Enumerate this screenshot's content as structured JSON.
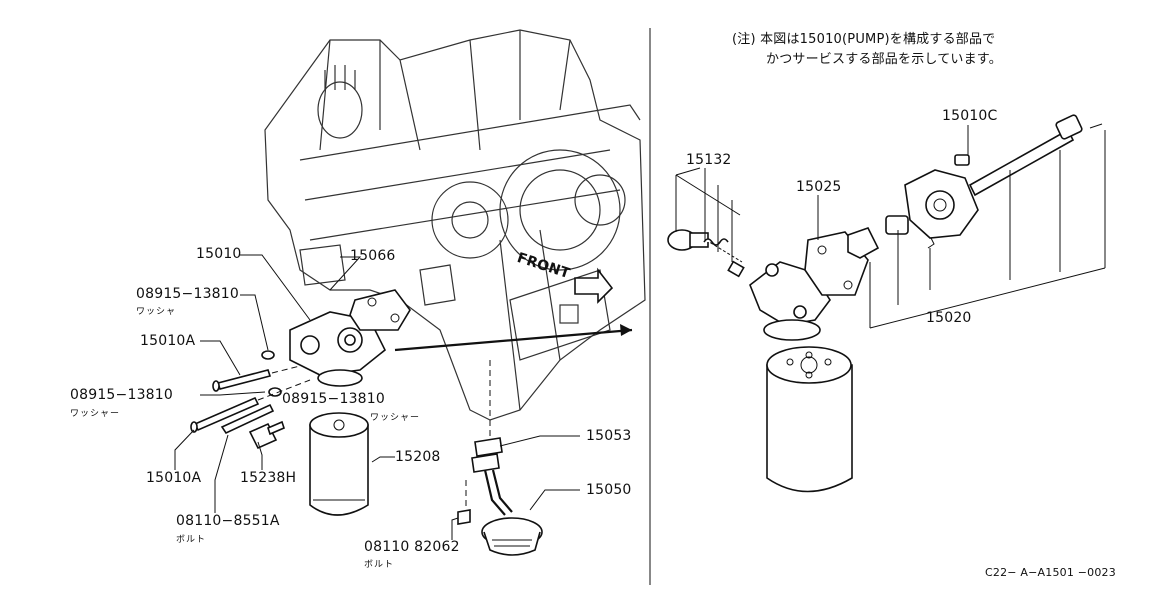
{
  "note": {
    "line1": "(注) 本図は15010(PUMP)を構成する部品で",
    "line2": "かつサービスする部品を示しています。"
  },
  "direction_label": "FRONT",
  "left_parts": {
    "p15010": "15010",
    "p15066": "15066",
    "p08915_top": "08915−13810",
    "washer_top": "ワッシャ",
    "p15010A_top": "15010A",
    "p08915_left": "08915−13810",
    "washer_left": "ワッシャー",
    "p08915_right": "08915−13810",
    "washer_right": "ワッシャー",
    "p15010A_bottom": "15010A",
    "p15238H": "15238H",
    "p15208": "15208",
    "p08110_8551A": "08110−8551A",
    "bolt_a": "ボルト",
    "p08110_82062": "08110  82062",
    "bolt_b": "ボルト",
    "p15053": "15053",
    "p15050": "15050"
  },
  "right_parts": {
    "p15010C": "15010C",
    "p15132": "15132",
    "p15025": "15025",
    "p15020": "15020"
  },
  "drawing_code": "C22− A−A1501 −0023"
}
